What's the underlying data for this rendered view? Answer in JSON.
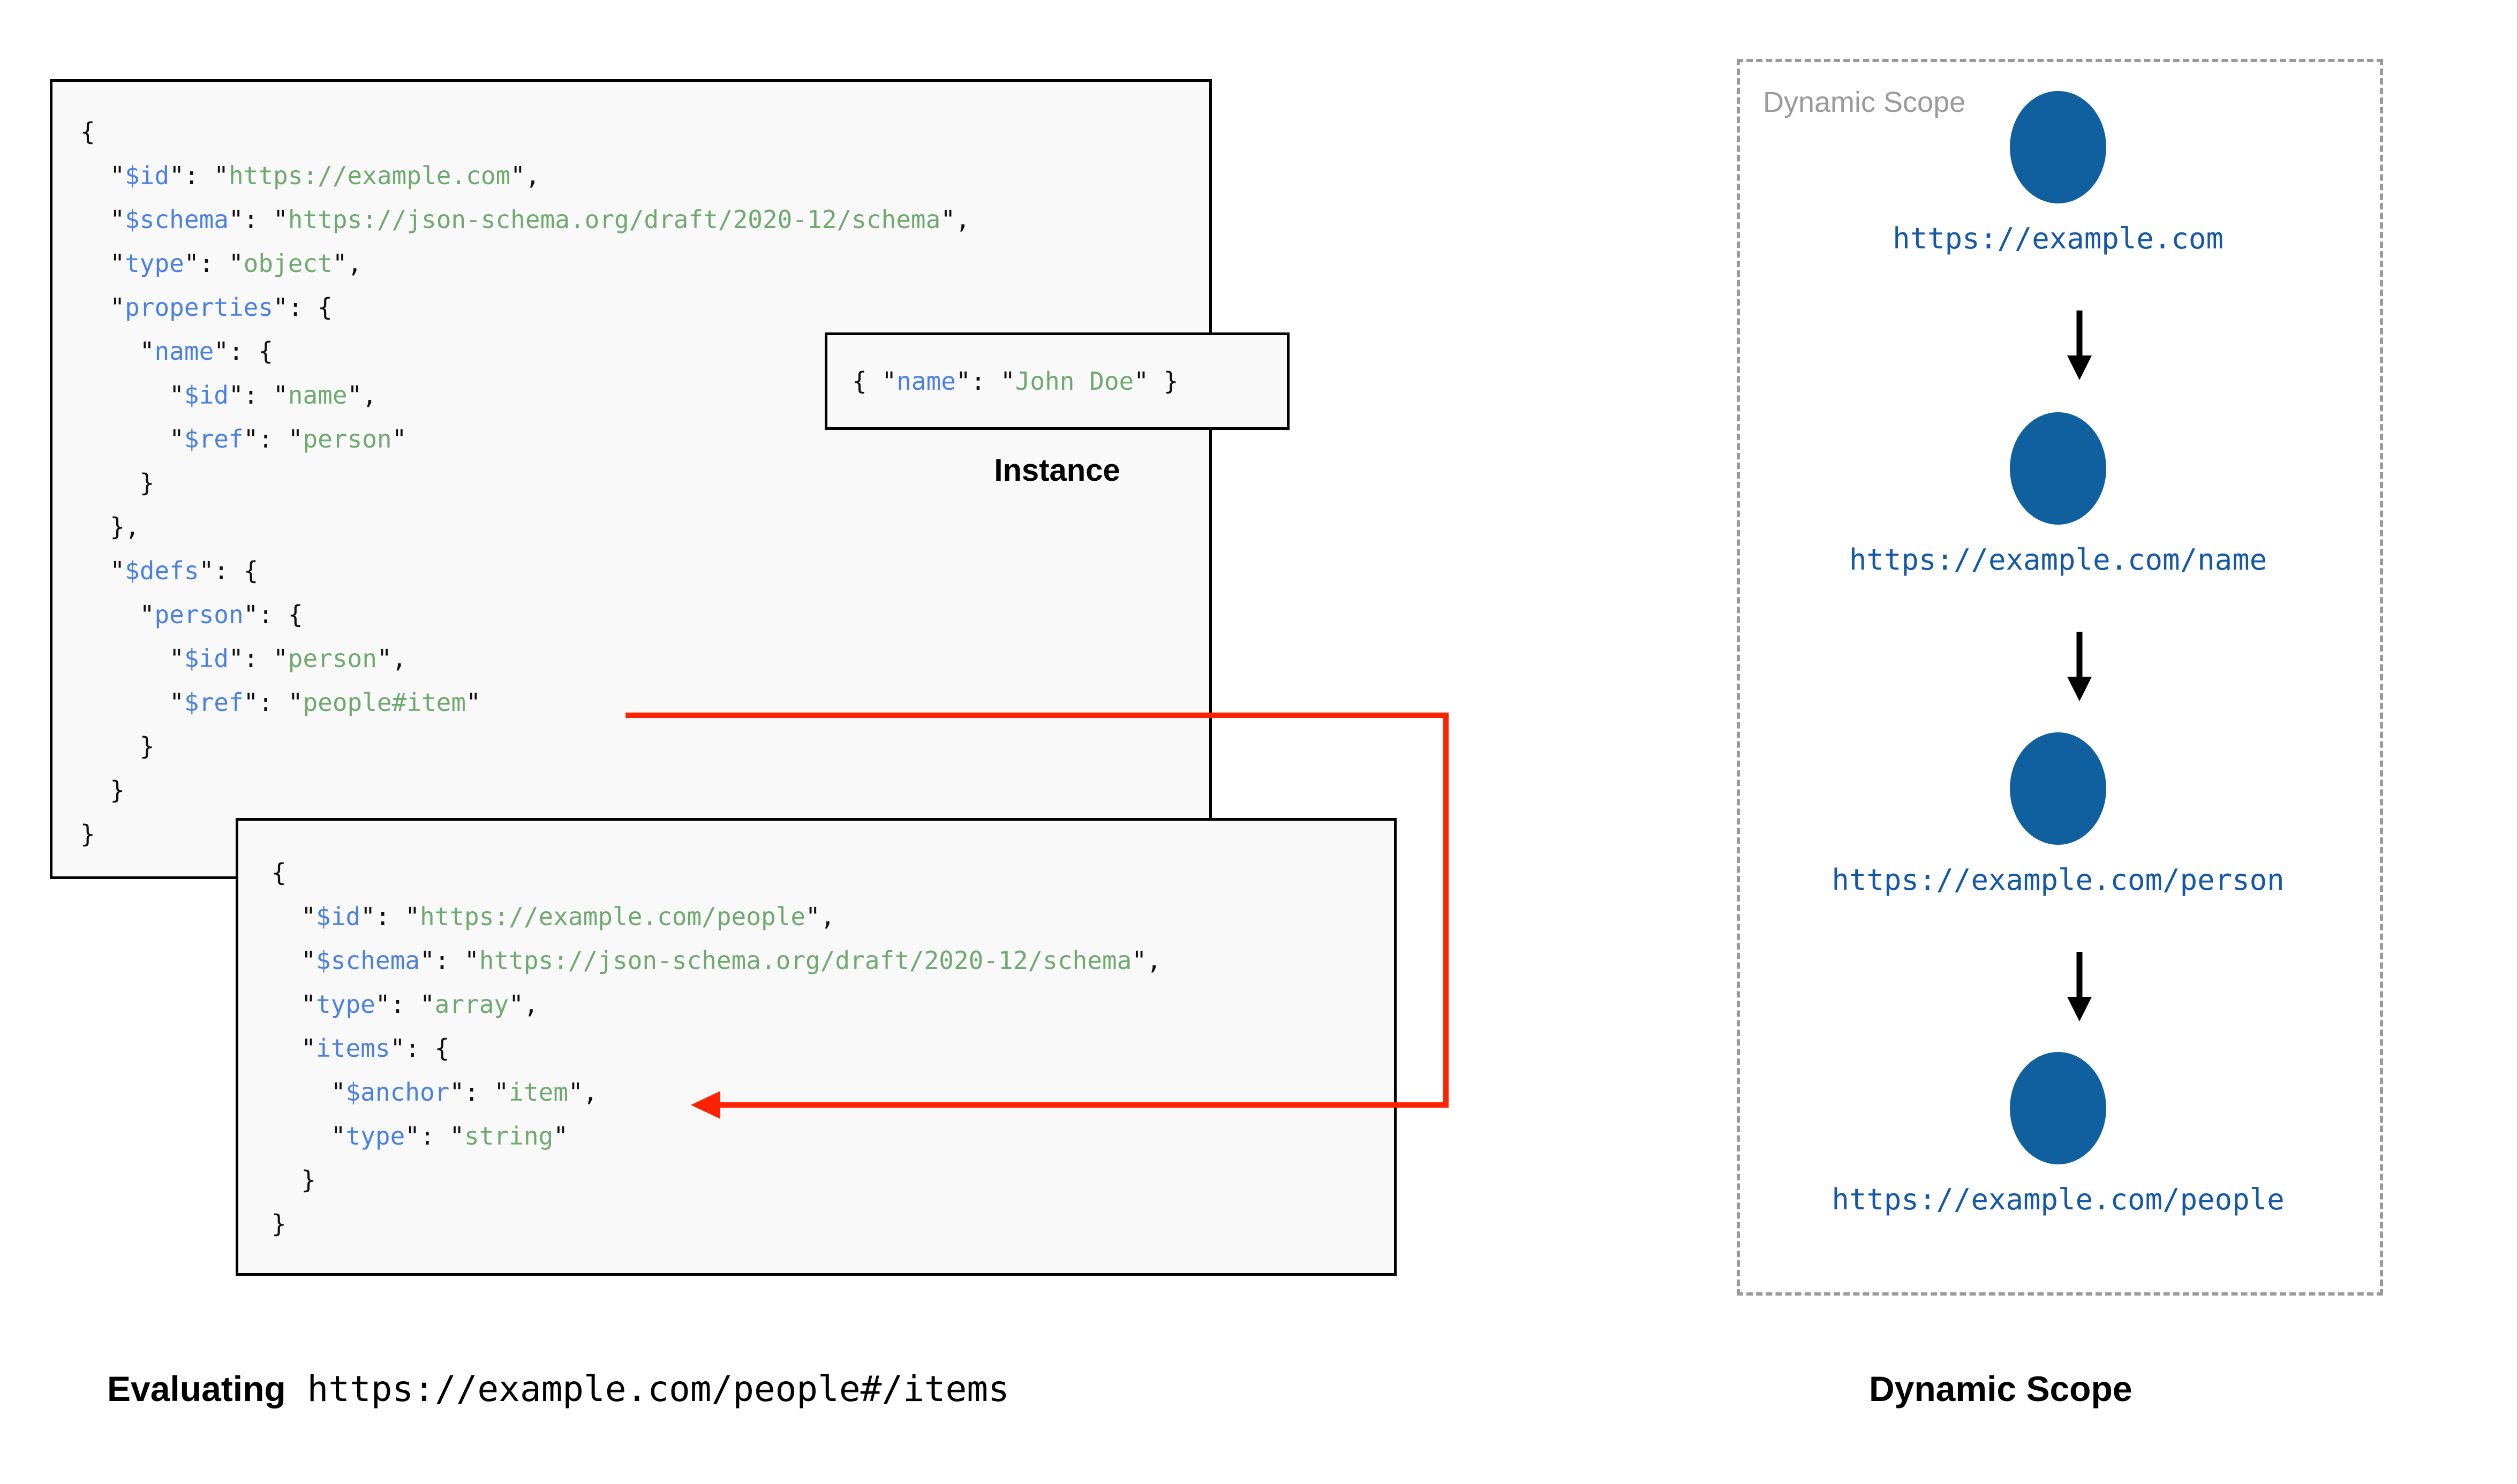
{
  "colors": {
    "json_key": "#4a7fe8",
    "json_string": "#6fa96f",
    "punctuation": "#111111",
    "box_border": "#000000",
    "box_fill": "#f9f9f9",
    "ref_arrow": "#ff2200",
    "dashed_border": "#9a9a9a",
    "scope_node": "#10609f",
    "scope_label": "#1558a6",
    "scope_title": "#9a9a9a"
  },
  "schema_root": {
    "lines": [
      [
        {
          "t": "{",
          "c": "p"
        }
      ],
      [
        {
          "t": "  \"",
          "c": "p"
        },
        {
          "t": "$id",
          "c": "k"
        },
        {
          "t": "\": \"",
          "c": "p"
        },
        {
          "t": "https://example.com",
          "c": "s"
        },
        {
          "t": "\",",
          "c": "p"
        }
      ],
      [
        {
          "t": "  \"",
          "c": "p"
        },
        {
          "t": "$schema",
          "c": "k"
        },
        {
          "t": "\": \"",
          "c": "p"
        },
        {
          "t": "https://json-schema.org/draft/2020-12/schema",
          "c": "s"
        },
        {
          "t": "\",",
          "c": "p"
        }
      ],
      [
        {
          "t": "  \"",
          "c": "p"
        },
        {
          "t": "type",
          "c": "k"
        },
        {
          "t": "\": \"",
          "c": "p"
        },
        {
          "t": "object",
          "c": "s"
        },
        {
          "t": "\",",
          "c": "p"
        }
      ],
      [
        {
          "t": "  \"",
          "c": "p"
        },
        {
          "t": "properties",
          "c": "k"
        },
        {
          "t": "\": {",
          "c": "p"
        }
      ],
      [
        {
          "t": "    \"",
          "c": "p"
        },
        {
          "t": "name",
          "c": "k"
        },
        {
          "t": "\": {",
          "c": "p"
        }
      ],
      [
        {
          "t": "      \"",
          "c": "p"
        },
        {
          "t": "$id",
          "c": "k"
        },
        {
          "t": "\": \"",
          "c": "p"
        },
        {
          "t": "name",
          "c": "s"
        },
        {
          "t": "\",",
          "c": "p"
        }
      ],
      [
        {
          "t": "      \"",
          "c": "p"
        },
        {
          "t": "$ref",
          "c": "k"
        },
        {
          "t": "\": \"",
          "c": "p"
        },
        {
          "t": "person",
          "c": "s"
        },
        {
          "t": "\"",
          "c": "p"
        }
      ],
      [
        {
          "t": "    }",
          "c": "p"
        }
      ],
      [
        {
          "t": "  },",
          "c": "p"
        }
      ],
      [
        {
          "t": "  \"",
          "c": "p"
        },
        {
          "t": "$defs",
          "c": "k"
        },
        {
          "t": "\": {",
          "c": "p"
        }
      ],
      [
        {
          "t": "    \"",
          "c": "p"
        },
        {
          "t": "person",
          "c": "k"
        },
        {
          "t": "\": {",
          "c": "p"
        }
      ],
      [
        {
          "t": "      \"",
          "c": "p"
        },
        {
          "t": "$id",
          "c": "k"
        },
        {
          "t": "\": \"",
          "c": "p"
        },
        {
          "t": "person",
          "c": "s"
        },
        {
          "t": "\",",
          "c": "p"
        }
      ],
      [
        {
          "t": "      \"",
          "c": "p"
        },
        {
          "t": "$ref",
          "c": "k"
        },
        {
          "t": "\": \"",
          "c": "p"
        },
        {
          "t": "people#item",
          "c": "s"
        },
        {
          "t": "\"",
          "c": "p"
        }
      ],
      [
        {
          "t": "    }",
          "c": "p"
        }
      ],
      [
        {
          "t": "  }",
          "c": "p"
        }
      ],
      [
        {
          "t": "}",
          "c": "p"
        }
      ]
    ]
  },
  "schema_people": {
    "lines": [
      [
        {
          "t": "{",
          "c": "p"
        }
      ],
      [
        {
          "t": "  \"",
          "c": "p"
        },
        {
          "t": "$id",
          "c": "k"
        },
        {
          "t": "\": \"",
          "c": "p"
        },
        {
          "t": "https://example.com/people",
          "c": "s"
        },
        {
          "t": "\",",
          "c": "p"
        }
      ],
      [
        {
          "t": "  \"",
          "c": "p"
        },
        {
          "t": "$schema",
          "c": "k"
        },
        {
          "t": "\": \"",
          "c": "p"
        },
        {
          "t": "https://json-schema.org/draft/2020-12/schema",
          "c": "s"
        },
        {
          "t": "\",",
          "c": "p"
        }
      ],
      [
        {
          "t": "  \"",
          "c": "p"
        },
        {
          "t": "type",
          "c": "k"
        },
        {
          "t": "\": \"",
          "c": "p"
        },
        {
          "t": "array",
          "c": "s"
        },
        {
          "t": "\",",
          "c": "p"
        }
      ],
      [
        {
          "t": "  \"",
          "c": "p"
        },
        {
          "t": "items",
          "c": "k"
        },
        {
          "t": "\": {",
          "c": "p"
        }
      ],
      [
        {
          "t": "    \"",
          "c": "p"
        },
        {
          "t": "$anchor",
          "c": "k"
        },
        {
          "t": "\": \"",
          "c": "p"
        },
        {
          "t": "item",
          "c": "s"
        },
        {
          "t": "\",",
          "c": "p"
        }
      ],
      [
        {
          "t": "    \"",
          "c": "p"
        },
        {
          "t": "type",
          "c": "k"
        },
        {
          "t": "\": \"",
          "c": "p"
        },
        {
          "t": "string",
          "c": "s"
        },
        {
          "t": "\"",
          "c": "p"
        }
      ],
      [
        {
          "t": "  }",
          "c": "p"
        }
      ],
      [
        {
          "t": "}",
          "c": "p"
        }
      ]
    ]
  },
  "instance": {
    "lines": [
      [
        {
          "t": "{ \"",
          "c": "p"
        },
        {
          "t": "name",
          "c": "k"
        },
        {
          "t": "\": \"",
          "c": "p"
        },
        {
          "t": "John Doe",
          "c": "s"
        },
        {
          "t": "\" }",
          "c": "p"
        }
      ]
    ],
    "label": "Instance"
  },
  "dynamic_scope": {
    "title": "Dynamic Scope",
    "nodes": [
      {
        "label": "https://example.com"
      },
      {
        "label": "https://example.com/name"
      },
      {
        "label": "https://example.com/person"
      },
      {
        "label": "https://example.com/people"
      }
    ]
  },
  "captions": {
    "left_bold": "Evaluating",
    "left_mono": " https://example.com/people#/items",
    "right": "Dynamic Scope"
  }
}
